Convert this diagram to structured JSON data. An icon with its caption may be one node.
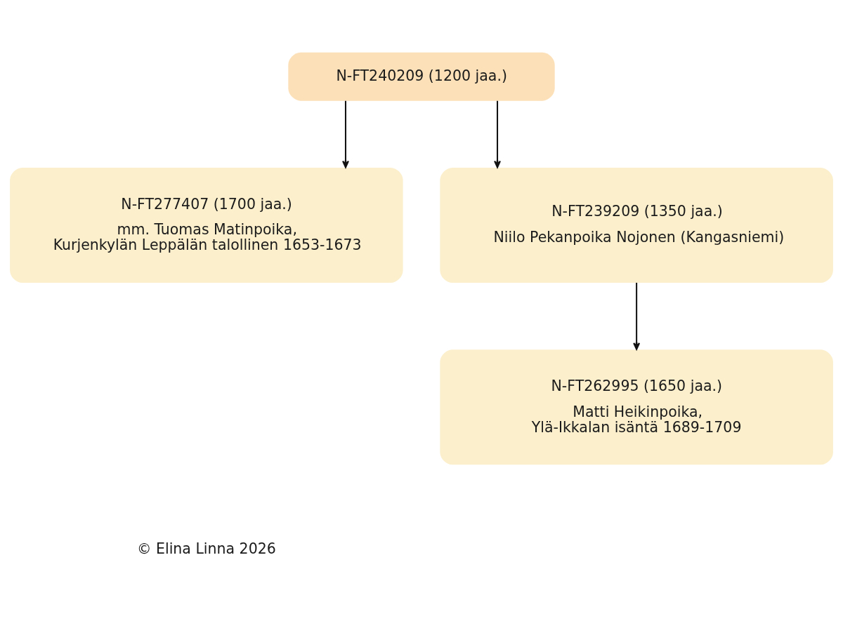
{
  "diagram": {
    "nodes": [
      {
        "text": [
          "N-FT240209 (1200 jaa.)"
        ]
      },
      {
        "text": [
          "N-FT277407 (1700 jaa.)",
          "mm. Tuomas Matinpoika, Kurjenkylän Leppälän talollinen 1653-1673"
        ]
      },
      {
        "text": [
          "N-FT239209 (1350 jaa.)",
          "Niilo Pekanpoika Nojonen (Kangasniemi)"
        ]
      },
      {
        "text": [
          "N-FT262995 (1650 jaa.)",
          "Matti Heikinpoika, Ylä-Ikkalan isäntä 1689-1709"
        ]
      }
    ],
    "edges": [
      {
        "from": 0,
        "to": 1,
        "arrow": "to"
      },
      {
        "from": 0,
        "to": 2,
        "arrow": "to"
      },
      {
        "from": 2,
        "to": 3,
        "arrow": "to"
      }
    ],
    "labels": [
      "© Elina Linna 2026"
    ]
  }
}
